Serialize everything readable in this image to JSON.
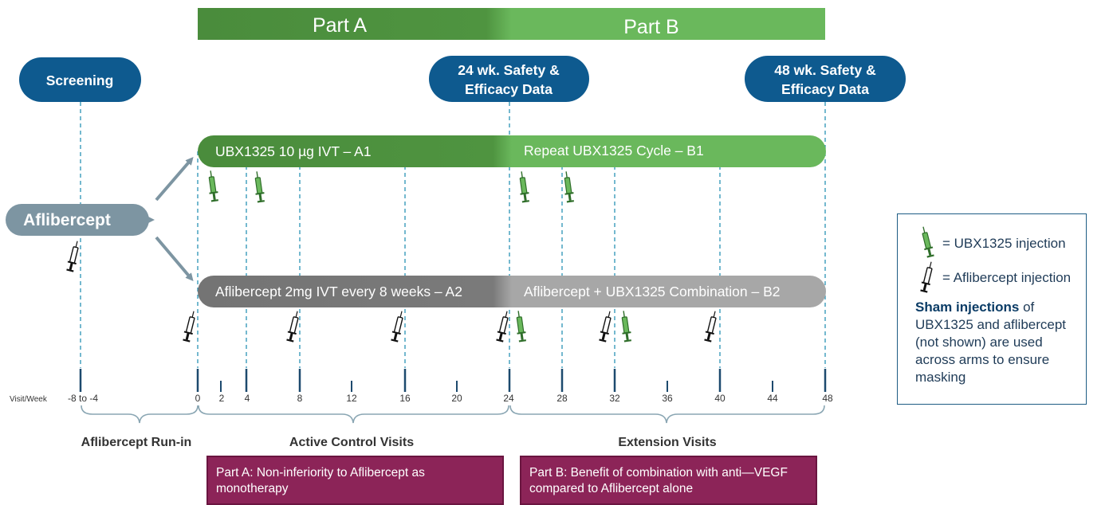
{
  "colors": {
    "part_a": "#4a8c3c",
    "part_b": "#6ab85c",
    "blue_pill": "#0e5a8f",
    "grey_bar": "#787878",
    "grey_bar_light": "#a7a7a7",
    "aflibercept_pill": "#7d95a2",
    "dashed_line": "#2a93b5",
    "purple": "#8c2458"
  },
  "header": {
    "part_a": "Part A",
    "part_b": "Part B"
  },
  "milestones": {
    "screening": "Screening",
    "safety_24": [
      "24 wk. Safety &",
      "Efficacy Data"
    ],
    "safety_48": [
      "48 wk. Safety &",
      "Efficacy Data"
    ]
  },
  "start": "Aflibercept",
  "arms": {
    "a1": "UBX1325 10 µg IVT – A1",
    "b1": "Repeat UBX1325 Cycle – B1",
    "a2": "Aflibercept 2mg IVT every 8 weeks – A2",
    "b2": "Aflibercept + UBX1325 Combination – B2"
  },
  "timeline": {
    "axis_label": "Visit/Week",
    "ticks": [
      "-8 to -4",
      "0",
      "2",
      "4",
      "8",
      "12",
      "16",
      "20",
      "24",
      "28",
      "32",
      "36",
      "40",
      "44",
      "48"
    ]
  },
  "periods": {
    "run_in": "Aflibercept Run-in",
    "active": "Active Control Visits",
    "extension": "Extension Visits"
  },
  "notes": {
    "part_a": "Part A: Non-inferiority to Aflibercept as monotherapy",
    "part_b": "Part B: Benefit of combination with anti—VEGF compared to Aflibercept alone"
  },
  "legend": {
    "ubx": "= UBX1325 injection",
    "aflibercept": "= Aflibercept injection",
    "sham_bold": "Sham injections",
    "sham_rest": " of UBX1325 and aflibercept (not shown) are used across arms to ensure masking"
  }
}
